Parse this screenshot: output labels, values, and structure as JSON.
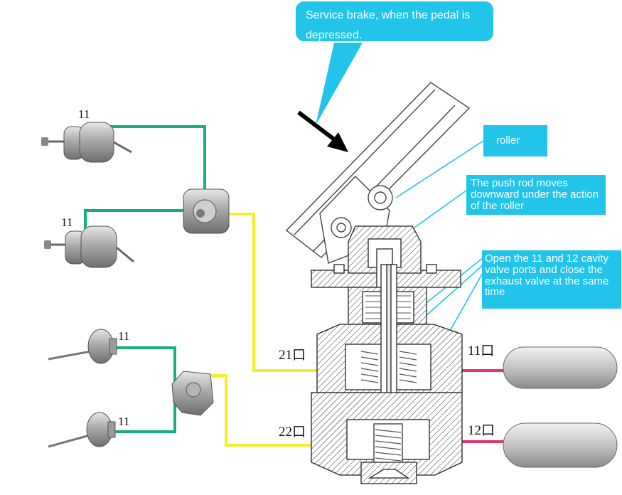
{
  "callouts": {
    "service_brake": "Service brake, when the pedal is depressed.",
    "roller": "roller",
    "push_rod": "The push rod moves downward under the action of the roller",
    "open_ports": "Open the 11 and 12 cavity valve ports and close the exhaust valve at the same time"
  },
  "labels": {
    "chamber_1": "11",
    "chamber_2": "11",
    "chamber_3": "11",
    "chamber_4": "11",
    "port_21": "21口",
    "port_22": "22口",
    "port_11": "11口",
    "port_12": "12口"
  },
  "colors": {
    "callout_bg": "#22c4ea",
    "green_line": "#13b07d",
    "yellow_line": "#f4ee2a",
    "red_line": "#e8336d"
  }
}
